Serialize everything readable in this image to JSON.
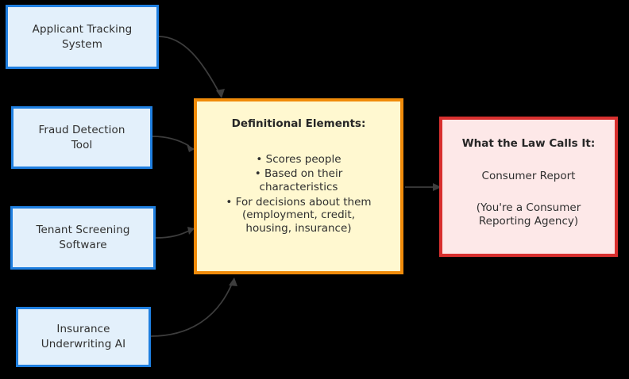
{
  "diagram": {
    "background_color": "#000000",
    "sources": [
      {
        "id": "applicant-tracking-system",
        "line1": "Applicant Tracking",
        "line2": "System",
        "fill": "#e3f0fb",
        "border": "#1f7fe0"
      },
      {
        "id": "fraud-detection-tool",
        "line1": "Fraud Detection",
        "line2": "Tool",
        "fill": "#e3f0fb",
        "border": "#1f7fe0"
      },
      {
        "id": "tenant-screening-software",
        "line1": "Tenant Screening",
        "line2": "Software",
        "fill": "#e3f0fb",
        "border": "#1f7fe0"
      },
      {
        "id": "insurance-underwriting-ai",
        "line1": "Insurance",
        "line2": "Underwriting AI",
        "fill": "#e3f0fb",
        "border": "#1f7fe0"
      }
    ],
    "center": {
      "id": "definitional-elements",
      "title": "Definitional Elements:",
      "bullets": [
        "• Scores people",
        "• Based on their",
        "characteristics",
        "• For decisions about them",
        "(employment, credit,",
        "housing, insurance)"
      ],
      "fill": "#fff8d0",
      "border": "#f08b0a"
    },
    "result": {
      "id": "what-the-law-calls-it",
      "title": "What the Law Calls It:",
      "primary": "Consumer Report",
      "secondary_line1": "(You're a Consumer",
      "secondary_line2": "Reporting Agency)",
      "fill": "#fde8e8",
      "border": "#d8302f"
    },
    "edges": [
      {
        "id": "edge-applicant-to-center",
        "from": "applicant-tracking-system",
        "to": "definitional-elements",
        "color": "#3d3d3d"
      },
      {
        "id": "edge-fraud-to-center",
        "from": "fraud-detection-tool",
        "to": "definitional-elements",
        "color": "#3d3d3d"
      },
      {
        "id": "edge-tenant-to-center",
        "from": "tenant-screening-software",
        "to": "definitional-elements",
        "color": "#3d3d3d"
      },
      {
        "id": "edge-insurance-to-center",
        "from": "insurance-underwriting-ai",
        "to": "definitional-elements",
        "color": "#3d3d3d"
      },
      {
        "id": "edge-center-to-result",
        "from": "definitional-elements",
        "to": "what-the-law-calls-it",
        "color": "#3d3d3d"
      }
    ]
  }
}
